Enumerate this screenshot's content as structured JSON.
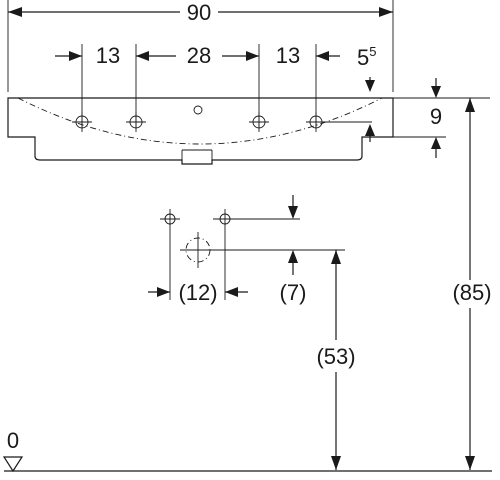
{
  "dimensions": {
    "overall_width": "90",
    "tap_spacing_left": "13",
    "tap_spacing_middle": "28",
    "tap_spacing_right": "13",
    "edge_offset_base": "5",
    "edge_offset_sup": "5",
    "rim_height": "9",
    "drain_spacing": "(12)",
    "drain_height_offset": "(7)",
    "drain_height": "(53)",
    "total_height": "(85)",
    "floor_level": "0"
  }
}
